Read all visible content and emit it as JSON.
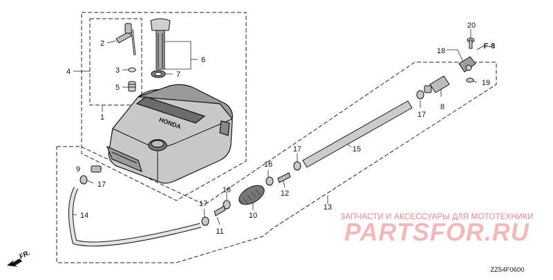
{
  "diagram": {
    "callouts": {
      "p1": "1",
      "p2": "2",
      "p3": "3",
      "p4": "4",
      "p5": "5",
      "p6": "6",
      "p7": "7",
      "p8": "8",
      "p9": "9",
      "p10": "10",
      "p11": "11",
      "p12": "12",
      "p13": "13",
      "p14": "14",
      "p15": "15",
      "p16a": "16",
      "p16b": "16",
      "p17a": "17",
      "p17b": "17",
      "p17c": "17",
      "p17d": "17",
      "p18": "18",
      "p19": "19",
      "p20": "20"
    },
    "reference": "F-8",
    "direction": "FR.",
    "tank_brand": "HONDA",
    "diagram_code": "ZZ54F0600"
  },
  "watermark": {
    "caption": "ЗАПЧАСТИ И АКСЕССУАРЫ ДЛЯ МОТОТЕХНИКИ",
    "logo": "PARTSFOR.RU"
  }
}
